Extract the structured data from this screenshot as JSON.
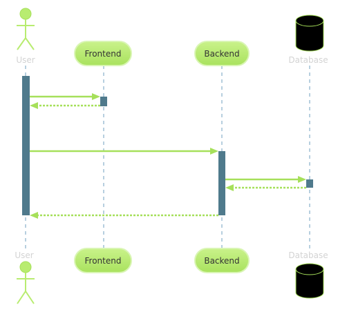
{
  "participants": {
    "user": {
      "label": "User",
      "kind": "actor"
    },
    "frontend": {
      "label": "Frontend",
      "kind": "participant"
    },
    "backend": {
      "label": "Backend",
      "kind": "participant"
    },
    "database": {
      "label": "Database",
      "kind": "database"
    }
  },
  "messages": [
    {
      "from": "User",
      "to": "Frontend",
      "style": "solid"
    },
    {
      "from": "Frontend",
      "to": "User",
      "style": "dotted"
    },
    {
      "from": "User",
      "to": "Backend",
      "style": "solid"
    },
    {
      "from": "Backend",
      "to": "Database",
      "style": "solid"
    },
    {
      "from": "Database",
      "to": "Backend",
      "style": "dotted"
    },
    {
      "from": "Backend",
      "to": "User",
      "style": "dotted"
    }
  ],
  "colors": {
    "accent": "#a6e05a",
    "accent_fill": "#b8ec70",
    "activation": "#4f7a8c",
    "lifeline": "#6f9fbf",
    "database_fill": "#000000",
    "faded_label": "#d3d3d3",
    "pill_text": "#333333"
  }
}
